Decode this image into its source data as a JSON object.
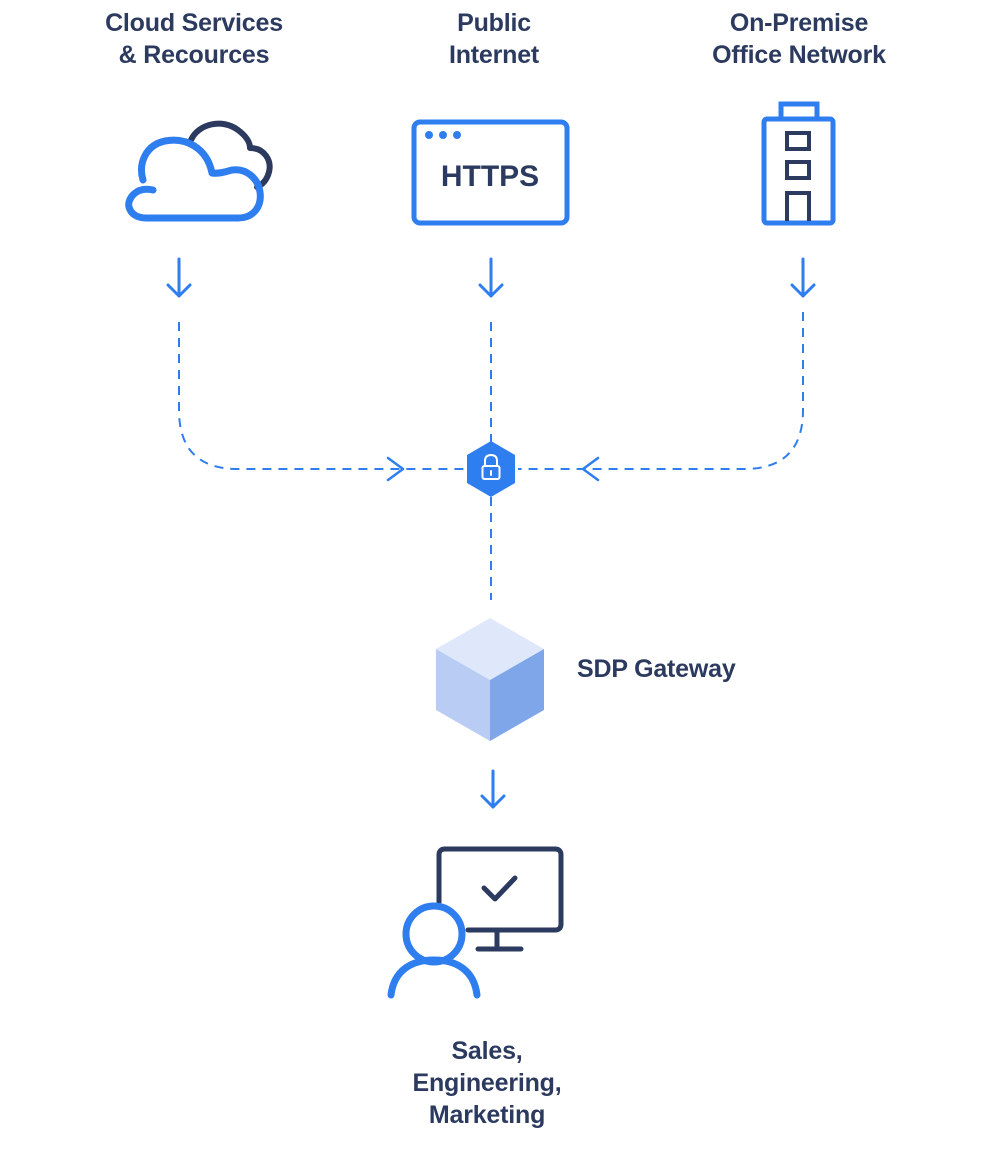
{
  "sources": {
    "cloud": {
      "line1": "Cloud Services",
      "line2": "& Recources",
      "icon": "cloud-icon"
    },
    "internet": {
      "line1": "Public",
      "line2": "Internet",
      "icon": "browser-window-icon",
      "badge": "HTTPS"
    },
    "office": {
      "line1": "On-Premise",
      "line2": "Office Network",
      "icon": "office-building-icon"
    }
  },
  "lock": {
    "icon": "lock-icon"
  },
  "gateway": {
    "label": "SDP Gateway",
    "icon": "cube-icon"
  },
  "users": {
    "line1": "Sales,",
    "line2": "Engineering,",
    "line3": "Marketing",
    "icon": "user-computer-icon"
  },
  "colors": {
    "accent": "#2f7ef0",
    "dark": "#2b3a5e",
    "cube_top": "#dfe8fb",
    "cube_left": "#b9cdf4",
    "cube_right": "#80a6ea"
  }
}
